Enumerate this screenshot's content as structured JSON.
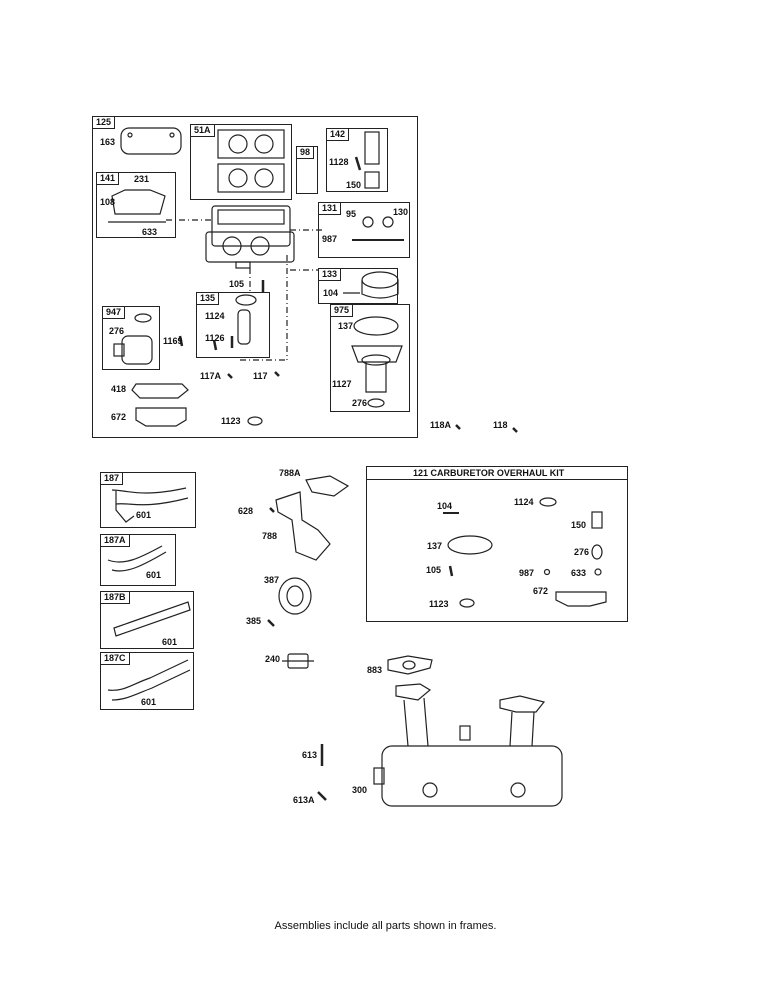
{
  "frames": {
    "f125": "125",
    "f51a": "51A",
    "f98": "98",
    "f141": "141",
    "f142": "142",
    "f131": "131",
    "f133": "133",
    "f135": "135",
    "f947": "947",
    "f975": "975",
    "f187": "187",
    "f187a": "187A",
    "f187b": "187B",
    "f187c": "187C"
  },
  "parts": {
    "p163": "163",
    "p231": "231",
    "p108": "108",
    "p633": "633",
    "p1128": "1128",
    "p150": "150",
    "p95": "95",
    "p130": "130",
    "p987": "987",
    "p104": "104",
    "p1051": "105",
    "p1124": "1124",
    "p1126": "1126",
    "p1169": "1169",
    "p276": "276",
    "p137": "137",
    "p1127": "1127",
    "p2762": "276",
    "p418": "418",
    "p672": "672",
    "p117a": "117A",
    "p117": "117",
    "p1123": "1123",
    "p118a": "118A",
    "p118": "118",
    "p788a": "788A",
    "p628": "628",
    "p788": "788",
    "p387": "387",
    "p385": "385",
    "p240": "240",
    "p883": "883",
    "p613": "613",
    "p613a": "613A",
    "p300": "300",
    "p601a": "601",
    "p601b": "601",
    "p601c": "601",
    "p601d": "601"
  },
  "kit": {
    "title": "121 CARBURETOR OVERHAUL KIT",
    "k104": "104",
    "k1124": "1124",
    "k150": "150",
    "k137": "137",
    "k276": "276",
    "k105": "105",
    "k987": "987",
    "k633": "633",
    "k672": "672",
    "k1123": "1123"
  },
  "footer": "Assemblies include all parts shown in frames."
}
